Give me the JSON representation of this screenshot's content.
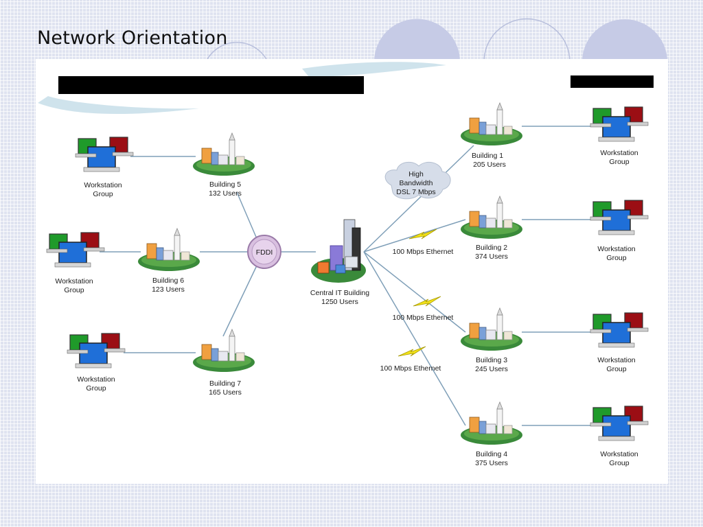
{
  "slide": {
    "title": "Network Orientation"
  },
  "hub": {
    "label": "FDDI"
  },
  "central": {
    "line1": "Central IT Building",
    "line2": "1250 Users"
  },
  "cloud": {
    "line1": "High",
    "line2": "Bandwidth",
    "line3": "DSL 7 Mbps"
  },
  "links": {
    "eth1": "100 Mbps Ethernet",
    "eth2": "100 Mbps Ethernet",
    "eth3": "100 Mbps Ethernet"
  },
  "buildings": [
    {
      "line1": "Building 1",
      "line2": "205 Users"
    },
    {
      "line1": "Building 2",
      "line2": "374 Users"
    },
    {
      "line1": "Building 3",
      "line2": "245 Users"
    },
    {
      "line1": "Building 4",
      "line2": "375 Users"
    },
    {
      "line1": "Building 5",
      "line2": "132 Users"
    },
    {
      "line1": "Building 6",
      "line2": "123 Users"
    },
    {
      "line1": "Building 7",
      "line2": "165 Users"
    }
  ],
  "workstation": {
    "line1": "Workstation",
    "line2": "Group"
  },
  "colors": {
    "redacted_bar": "#000000",
    "monitor_green": "#1f9a2a",
    "monitor_red": "#9b0e14",
    "monitor_blue": "#1f6fd8",
    "lawn": "#3a8a3a",
    "link_line": "#7f9fb8"
  }
}
